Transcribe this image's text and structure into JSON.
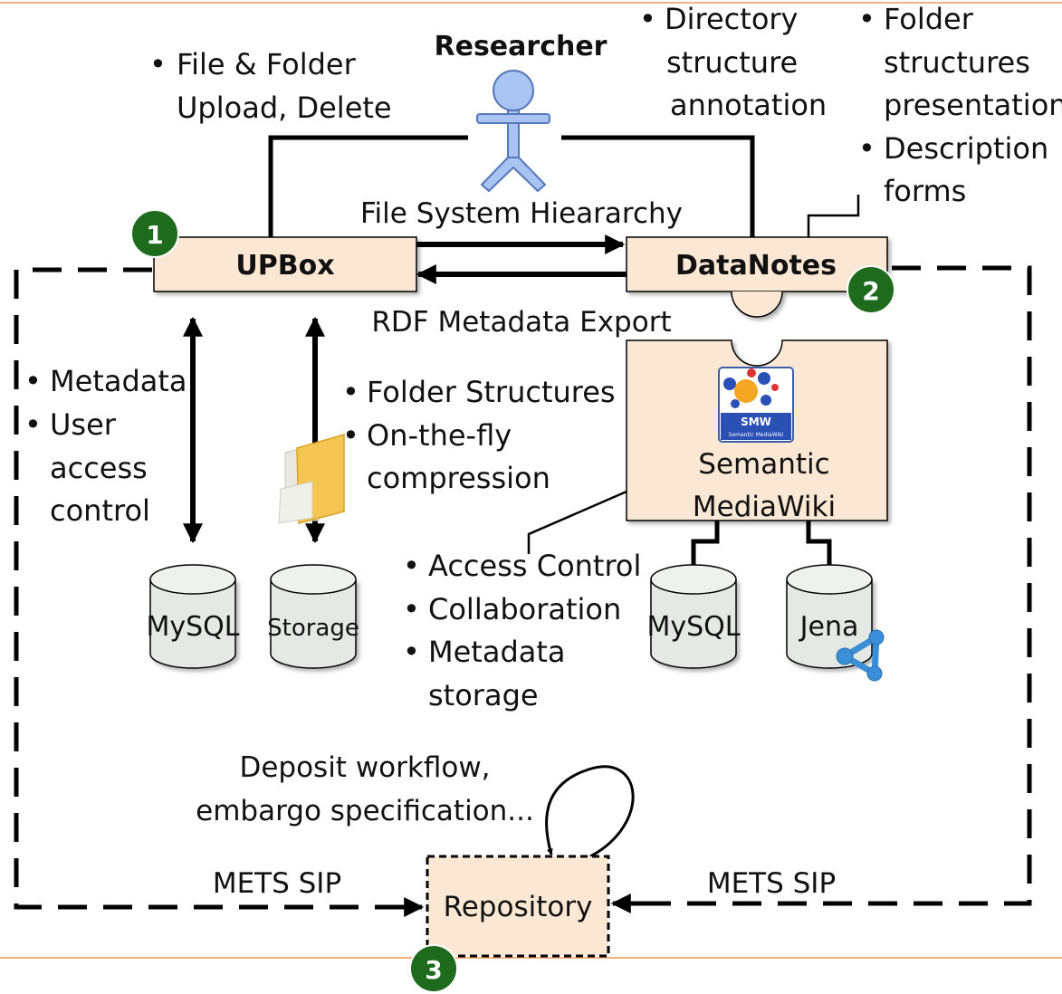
{
  "actor": {
    "label": "Researcher"
  },
  "components": {
    "upbox": {
      "label": "UPBox",
      "badge": "1"
    },
    "datanotes": {
      "label": "DataNotes",
      "badge": "2"
    },
    "repository": {
      "label": "Repository",
      "badge": "3"
    },
    "smw": {
      "line1": "Semantic",
      "line2": "MediaWiki",
      "logo_text": "SMW",
      "logo_sub": "Semantic MediaWiki"
    }
  },
  "databases": {
    "upbox_mysql": "MySQL",
    "upbox_storage": "Storage",
    "smw_mysql": "MySQL",
    "smw_jena": "Jena"
  },
  "notes": {
    "upbox_researcher": [
      "File & Folder",
      "Upload, Delete"
    ],
    "datanotes_researcher": [
      "Directory",
      "structure",
      "annotation"
    ],
    "datanotes_ui": [
      "Folder",
      "structures",
      "presentation",
      "Description",
      "forms"
    ],
    "upbox_mysql": [
      "Metadata",
      "User",
      "access",
      "control"
    ],
    "upbox_storage": [
      "Folder Structures",
      "On-the-fly",
      "compression"
    ],
    "smw": [
      "Access Control",
      "Collaboration",
      "Metadata",
      "storage"
    ],
    "repository": [
      "Deposit workflow,",
      "embargo  specification..."
    ]
  },
  "flows": {
    "upbox_to_datanotes": "File System Hieararchy",
    "datanotes_to_upbox": "RDF Metadata Export",
    "sip_left": "METS SIP",
    "sip_right": "METS SIP"
  },
  "colors": {
    "box_fill": "#fbe8d4",
    "badge_green": "#1e6b1e",
    "actor_fill": "#a9c3f2",
    "actor_stroke": "#5577bb",
    "db_fill": "#e4e9e4",
    "frame_orange": "#f2b27f"
  }
}
